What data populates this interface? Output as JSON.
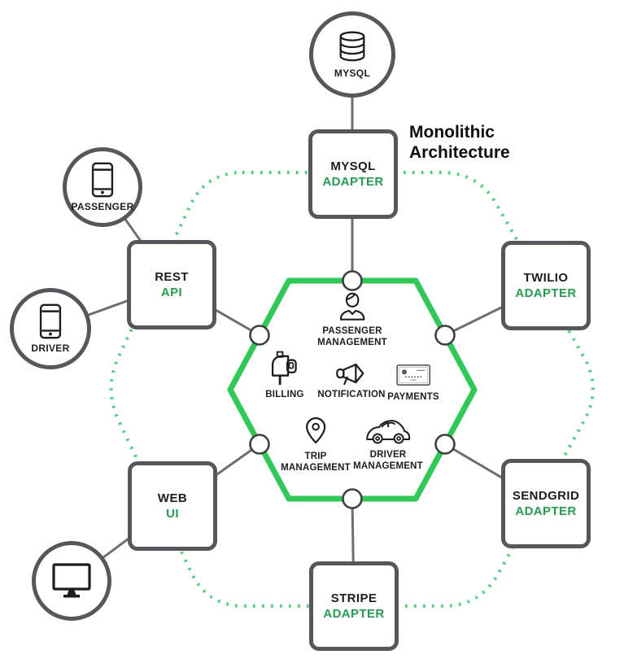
{
  "title": {
    "line1": "Monolithic",
    "line2": "Architecture"
  },
  "colors": {
    "accent_green": "#2bcb55",
    "dotted_green": "#2edd66",
    "adapter_text_green": "#1fa24c",
    "border_gray": "#56575b",
    "line_gray": "#6d6e70",
    "text_black": "#1d1d1f"
  },
  "satellites": [
    {
      "id": "mysql-db",
      "label": "MYSQL",
      "icon": "database-icon"
    },
    {
      "id": "passenger",
      "label": "PASSENGER",
      "icon": "smartphone-icon"
    },
    {
      "id": "driver",
      "label": "DRIVER",
      "icon": "smartphone-icon"
    },
    {
      "id": "monitor",
      "label": "",
      "icon": "monitor-icon"
    }
  ],
  "adapters": [
    {
      "id": "mysql-adapter",
      "line1": "MYSQL",
      "line2": "ADAPTER"
    },
    {
      "id": "rest-api",
      "line1": "REST",
      "line2": "API"
    },
    {
      "id": "twilio-adapter",
      "line1": "TWILIO",
      "line2": "ADAPTER"
    },
    {
      "id": "sendgrid-adapter",
      "line1": "SENDGRID",
      "line2": "ADAPTER"
    },
    {
      "id": "stripe-adapter",
      "line1": "STRIPE",
      "line2": "ADAPTER"
    },
    {
      "id": "web-ui",
      "line1": "WEB",
      "line2": "UI"
    }
  ],
  "monolith": {
    "modules": [
      {
        "id": "passenger-management",
        "label1": "PASSENGER",
        "label2": "MANAGEMENT",
        "icon": "person-icon"
      },
      {
        "id": "billing",
        "label1": "BILLING",
        "icon": "mailbox-icon"
      },
      {
        "id": "notification",
        "label1": "NOTIFICATION",
        "icon": "megaphone-icon"
      },
      {
        "id": "payments",
        "label1": "PAYMENTS",
        "icon": "credit-card-icon"
      },
      {
        "id": "trip-management",
        "label1": "TRIP",
        "label2": "MANAGEMENT",
        "icon": "location-pin-icon"
      },
      {
        "id": "driver-management",
        "label1": "DRIVER",
        "label2": "MANAGEMENT",
        "icon": "car-icon"
      }
    ]
  }
}
